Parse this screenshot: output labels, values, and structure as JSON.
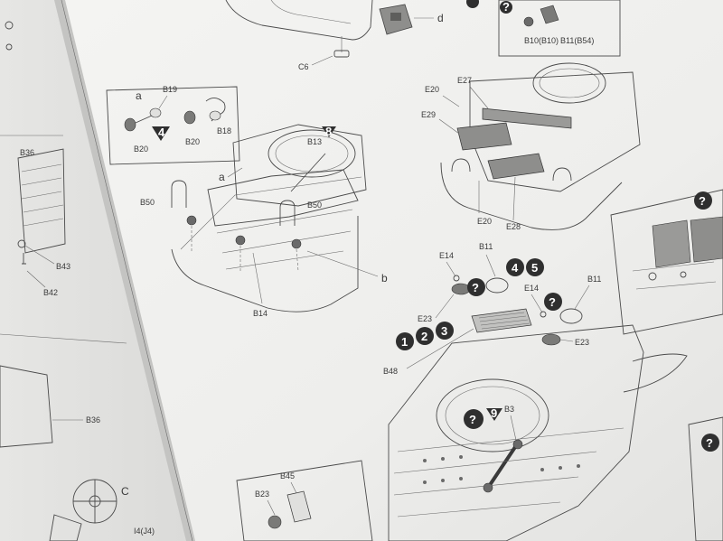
{
  "labels": {
    "c6": "C6",
    "d": "d",
    "b10": "B10(B10)",
    "b11b54": "B11(B54)",
    "a": "a",
    "b19": "B19",
    "b20a": "B20",
    "b20b": "B20",
    "b18": "B18",
    "step4": "4",
    "b13": "B13",
    "step8": "8",
    "a2": "a",
    "b50a": "B50",
    "b50b": "B50",
    "b14": "B14",
    "b": "b",
    "b36a": "B36",
    "b43": "B43",
    "b42": "B42",
    "e20a": "E20",
    "e27": "E27",
    "e29": "E29",
    "e20b": "E20",
    "e28": "E28",
    "e14a": "E14",
    "b11a": "B11",
    "e14b": "E14",
    "b11b": "B11",
    "e23a": "E23",
    "e23b": "E23",
    "b48": "B48",
    "step9": "9",
    "b3": "B3",
    "b36b": "B36",
    "c": "C",
    "i4": "I4(J4)",
    "b23": "B23",
    "b45": "B45",
    "q": "?",
    "n1": "1",
    "n2": "2",
    "n3": "3",
    "n4": "4",
    "n5": "5"
  }
}
